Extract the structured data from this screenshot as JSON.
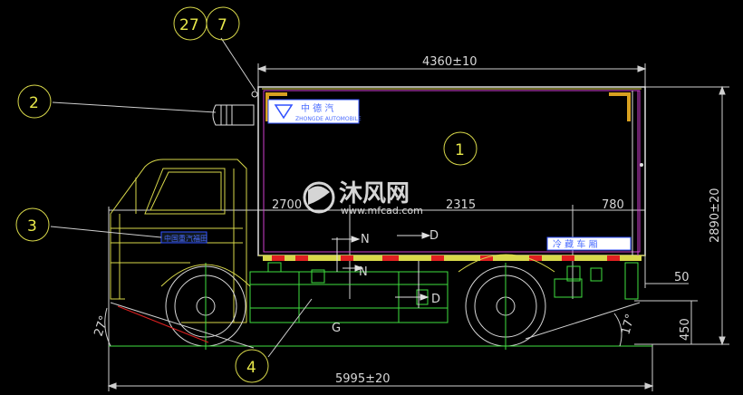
{
  "dimensions": {
    "overall_length": "5995±20",
    "box_length": "4360±10",
    "height": "2890±20",
    "front_to_axle": "2700",
    "wheelbase": "2315",
    "rear_overhang": "780",
    "bumper_offset": "50",
    "ground_clearance": "450",
    "approach_angle": "27°",
    "departure_angle": "17°"
  },
  "balloons": {
    "b27": "27",
    "b7": "7",
    "b2": "2",
    "b1": "1",
    "b3": "3",
    "b4": "4"
  },
  "section_marks": {
    "n_top": "N",
    "n_bottom": "N",
    "d_top": "D",
    "d_bottom": "D",
    "g": "G"
  },
  "box_logo_text": "中 德 汽",
  "box_logo_sub": "ZHONGDE AUTOMOBILE",
  "box_side_text": "冷 藏 车 厢",
  "door_plate_text": "中国重汽福田",
  "watermark": {
    "main": "沐风网",
    "url": "www.mfcad.com"
  },
  "colors": {
    "background": "#000000",
    "cab_outline": "#d8d84a",
    "box_outline": "#e0e0e0",
    "box_inner": "#d040d0",
    "chassis": "#3fdf3f",
    "wheels": "#d8d8d8",
    "dimension_lines": "#cfcfcf",
    "red_stripe": "#e02020",
    "accent_blue": "#3050ff"
  }
}
